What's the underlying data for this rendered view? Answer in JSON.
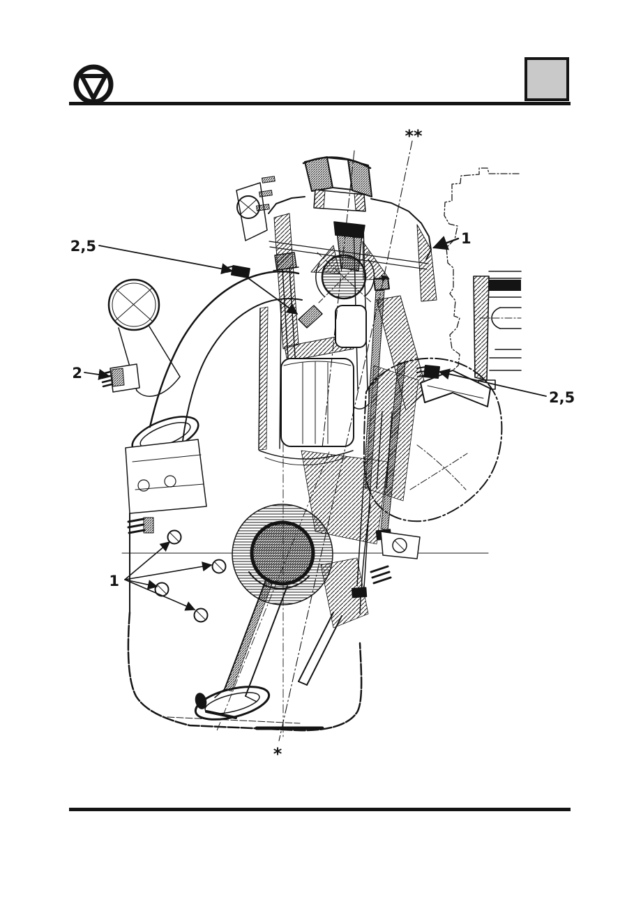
{
  "page": {
    "background": "#ffffff",
    "ink": "#161616",
    "kind": "service-manual page"
  },
  "header": {
    "logo": "manufacturer-emblem (circle with inverted triangle)",
    "corner_box_fill": "#c9c9c9"
  },
  "figure": {
    "kind": "engine cross-section technical drawing",
    "callouts": [
      {
        "label": "2,5",
        "position": "upper-left"
      },
      {
        "label": "1",
        "position": "upper-right"
      },
      {
        "label": "2",
        "position": "mid-left"
      },
      {
        "label": "2,5",
        "position": "mid-right"
      },
      {
        "label": "1",
        "position": "lower-left"
      }
    ],
    "datum_marks": [
      {
        "label": "**",
        "position": "top-center"
      },
      {
        "label": "*",
        "position": "bottom-center"
      }
    ]
  }
}
